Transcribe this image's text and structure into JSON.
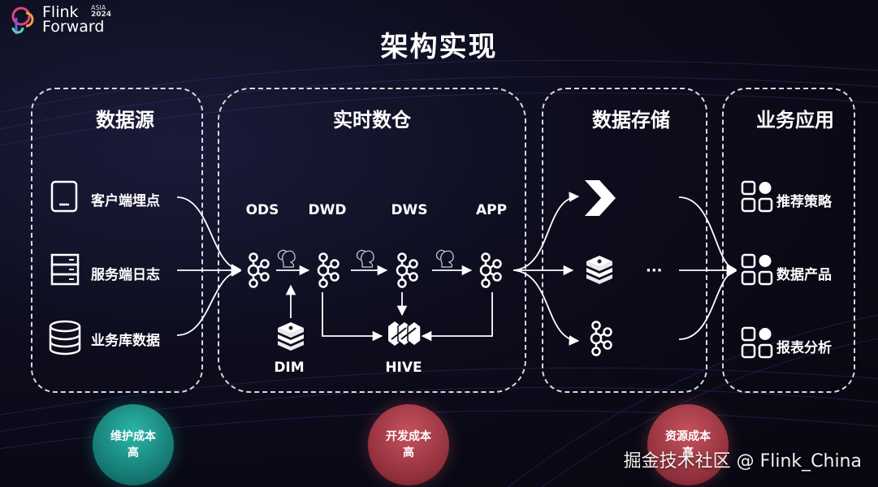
{
  "logo": {
    "brand": "Flink\nForward",
    "event": "ASIA",
    "year": "2024"
  },
  "title": "架构实现",
  "panels": {
    "source": {
      "title": "数据源",
      "items": [
        "客户端埋点",
        "服务端日志",
        "业务库数据"
      ]
    },
    "warehouse": {
      "title": "实时数仓",
      "stages": [
        "ODS",
        "DWD",
        "DWS",
        "APP"
      ],
      "dim": "DIM",
      "hive": "HIVE"
    },
    "storage": {
      "title": "数据存储",
      "ellipsis": "···"
    },
    "apps": {
      "title": "业务应用",
      "items": [
        "推荐策略",
        "数据产品",
        "报表分析"
      ]
    }
  },
  "costs": [
    "维护成本高",
    "开发成本高",
    "资源成本高"
  ],
  "watermark": "掘金技术社区 @ Flink_China"
}
